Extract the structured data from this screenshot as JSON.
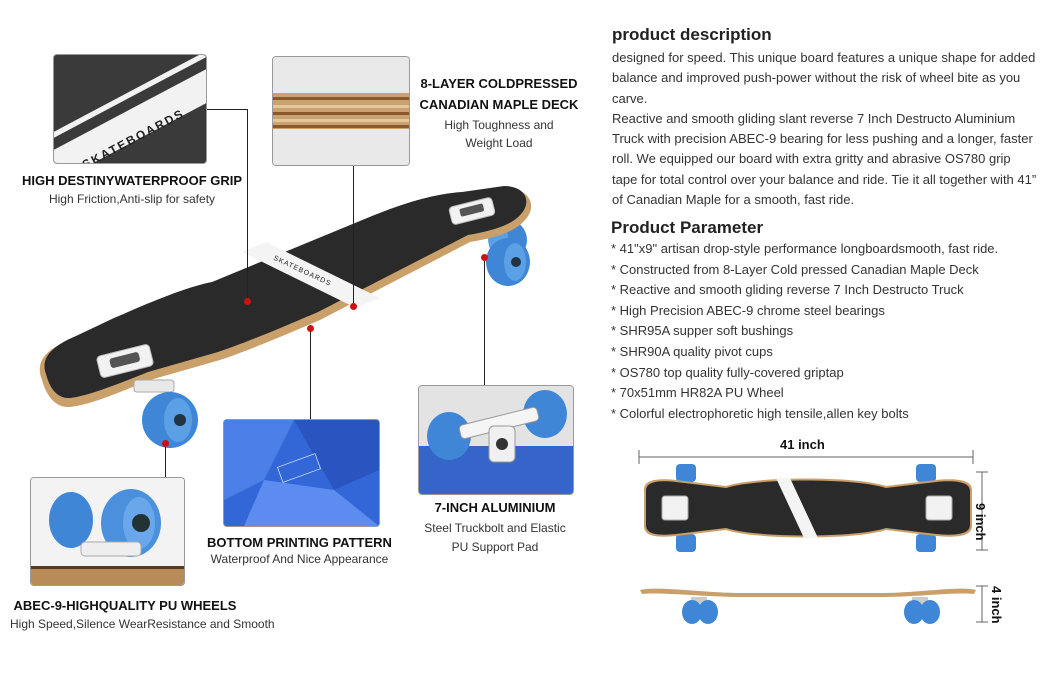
{
  "callouts": {
    "grip": {
      "title": "HIGH DESTINYWATERPROOF GRIP",
      "sub": "High Friction,Anti-slip for safety",
      "inset_text": "SKATEBOARDS"
    },
    "deck": {
      "title1": "8-LAYER COLDPRESSED",
      "title2": "CANADIAN MAPLE DECK",
      "sub1": "High Toughness and",
      "sub2": "Weight Load"
    },
    "bottom": {
      "title": "BOTTOM PRINTING PATTERN",
      "sub": "Waterproof And Nice Appearance"
    },
    "truck": {
      "title": "7-INCH ALUMINIUM",
      "sub1": "Steel Truckbolt and Elastic",
      "sub2": "PU Support Pad"
    },
    "wheels": {
      "title": "ABEC-9-HIGHQUALITY PU WHEELS",
      "sub": "High Speed,Silence WearResistance and Smooth"
    }
  },
  "board_text": "SKATEBOARDS",
  "description": {
    "heading": "product description",
    "paragraphs": [
      "designed for speed. This unique board features a unique shape for added balance and improved push-power without the risk of wheel bite as you carve.",
      "Reactive and smooth gliding slant reverse 7 Inch Destructo Aluminium Truck with precision ABEC-9 bearing for less pushing and a longer, faster roll. We equipped our board with extra gritty and abrasive OS780 grip tape for total control over your balance and ride. Tie it all together with 41” of Canadian Maple for a smooth, fast ride."
    ]
  },
  "parameters": {
    "heading": "Product Parameter",
    "items": [
      "* 41\"x9\" artisan drop-style performance longboardsmooth, fast ride.",
      "* Constructed from 8-Layer Cold pressed Canadian Maple Deck",
      "* Reactive and smooth gliding reverse 7 Inch Destructo Truck",
      "* High Precision ABEC-9 chrome steel bearings",
      "* SHR95A supper soft bushings",
      "* SHR90A quality pivot cups",
      "* OS780 top quality fully-covered griptap",
      "* 70x51mm HR82A  PU Wheel",
      "* Colorful electrophoretic high tensile,allen key bolts"
    ]
  },
  "dimensions": {
    "length": "41 inch",
    "width": "9 inch",
    "height": "4 inch"
  },
  "colors": {
    "deck": "#2a2a2a",
    "wheel": "#3f87d6",
    "wood": "#c9a06a",
    "pointer": "#d01010"
  }
}
